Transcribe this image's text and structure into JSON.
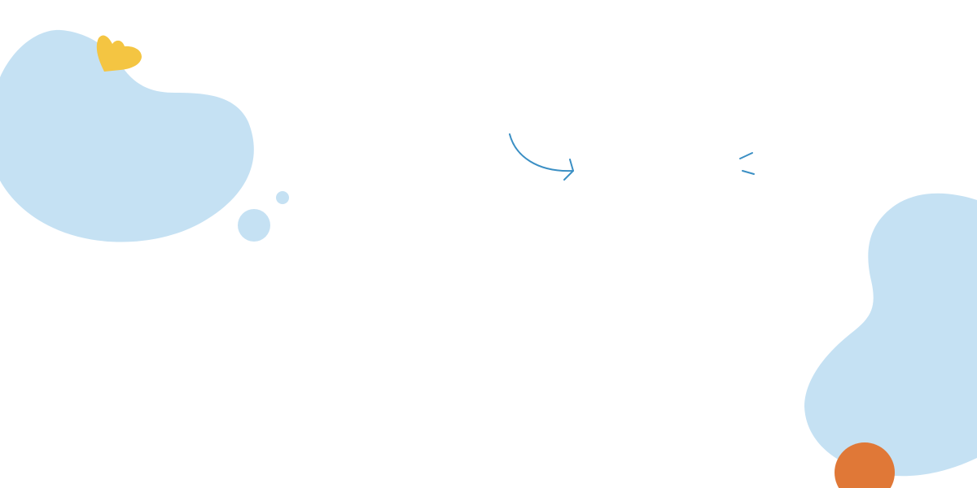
{
  "colors": {
    "background": "#ffffff",
    "blob": "#c5e1f3",
    "accent_yellow": "#f4c542",
    "accent_orange": "#e07837",
    "stroke_blue": "#3b8fc4"
  },
  "decorations": {
    "top_left_blob": "light-blue-blob",
    "heart": "yellow-heart-icon",
    "bubbles": "light-blue-dots",
    "arrow": "curved-arrow-doodle",
    "sparkle": "accent-lines-doodle",
    "right_blob": "light-blue-blob",
    "circle": "orange-circle"
  }
}
